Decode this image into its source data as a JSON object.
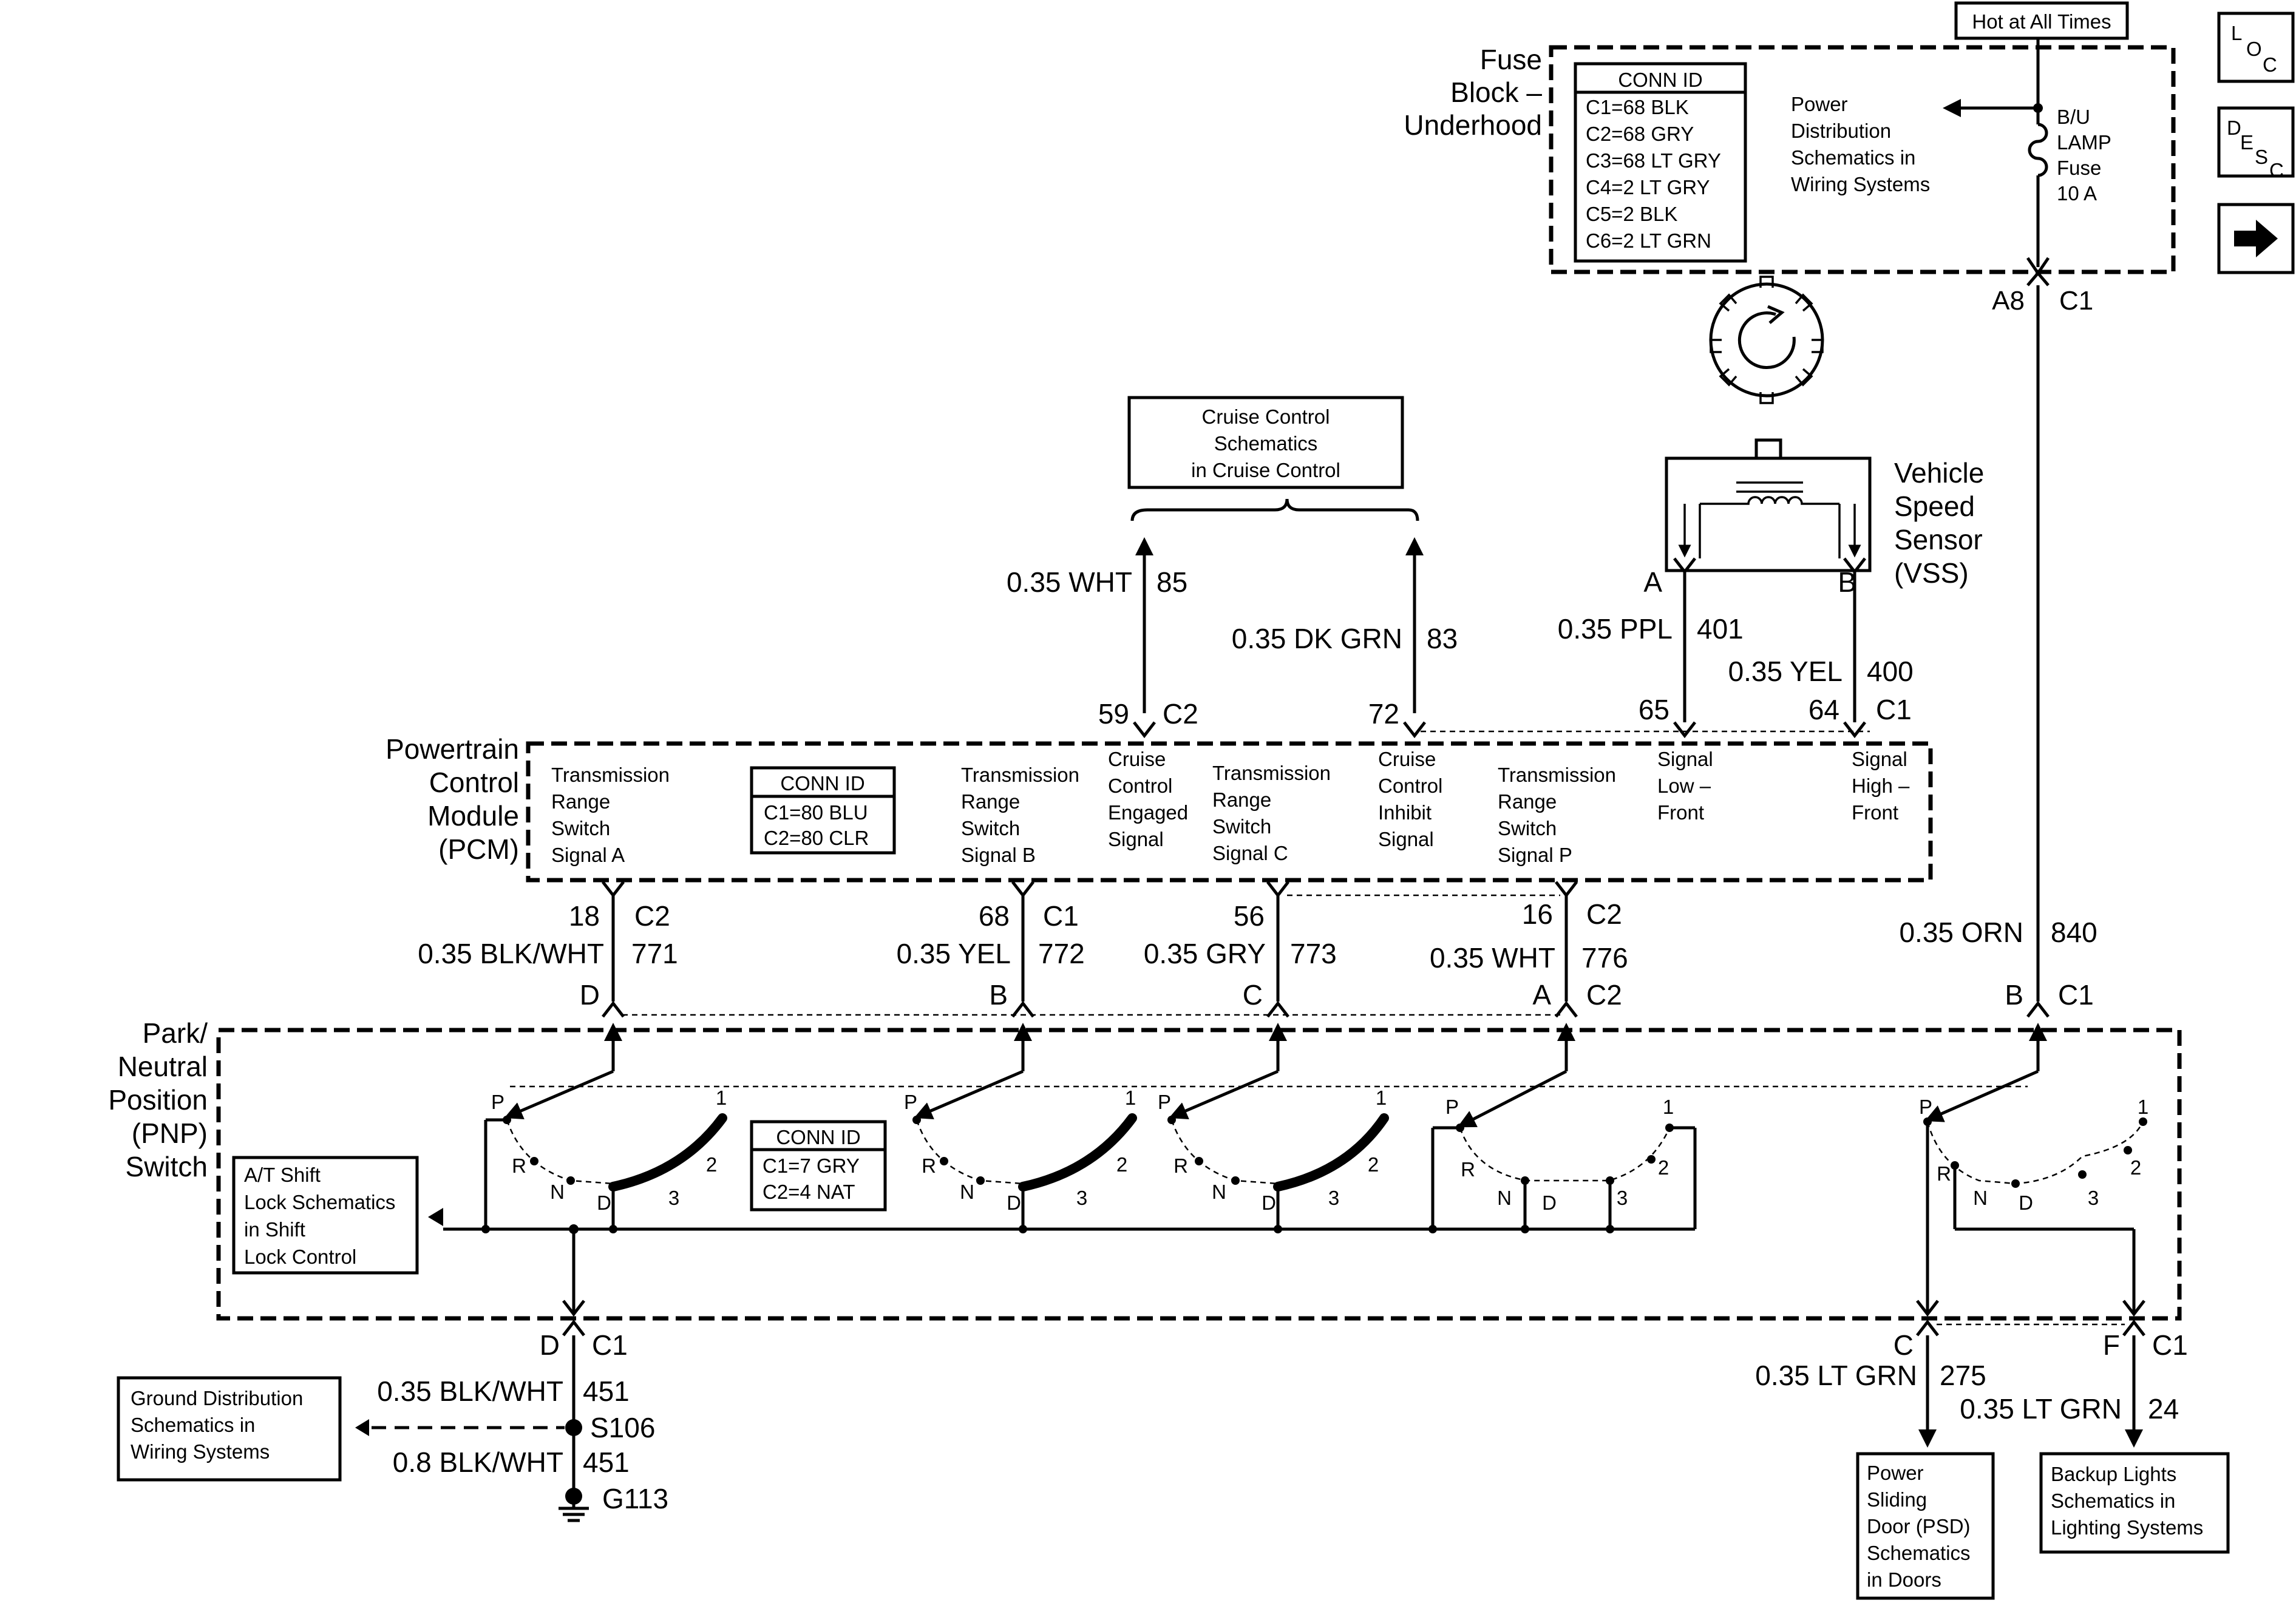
{
  "hot_label": "Hot at All Times",
  "fuse_block": {
    "title": [
      "Fuse",
      "Block –",
      "Underhood"
    ],
    "fuse": [
      "B/U",
      "LAMP",
      "Fuse",
      "10 A"
    ],
    "power_ref": [
      "Power",
      "Distribution",
      "Schematics in",
      "Wiring Systems"
    ],
    "conn_pin": "A8",
    "conn_id": "C1"
  },
  "conn_fuse": {
    "title": "CONN ID",
    "lines": [
      "C1=68 BLK",
      "C2=68 GRY",
      "C3=68 LT GRY",
      "C4=2 LT GRY",
      "C5=2 BLK",
      "C6=2 LT GRN"
    ]
  },
  "nav": {
    "loc": [
      "L",
      "O",
      "C"
    ],
    "desc": [
      "D",
      "E",
      "S",
      "C"
    ],
    "next": "→"
  },
  "cruise_ref": [
    "Cruise Control",
    "Schematics",
    "in Cruise Control"
  ],
  "vss": {
    "title": [
      "Vehicle",
      "Speed",
      "Sensor",
      "(VSS)"
    ],
    "pin_a": "A",
    "pin_b": "B"
  },
  "upper_wires": [
    {
      "color": "0.35 WHT",
      "circuit": "85",
      "pin": "59",
      "conn": "C2"
    },
    {
      "color": "0.35 DK GRN",
      "circuit": "83",
      "pin": "72"
    },
    {
      "color": "0.35 PPL",
      "circuit": "401",
      "pin": "65"
    },
    {
      "color": "0.35 YEL",
      "circuit": "400",
      "pin": "64",
      "conn": "C1"
    }
  ],
  "pcm": {
    "title": [
      "Powertrain",
      "Control",
      "Module",
      "(PCM)"
    ],
    "conn": {
      "title": "CONN ID",
      "lines": [
        "C1=80 BLU",
        "C2=80 CLR"
      ]
    },
    "signals": [
      [
        "Transmission",
        "Range",
        "Switch",
        "Signal A"
      ],
      [
        "Transmission",
        "Range",
        "Switch",
        "Signal B"
      ],
      [
        "Cruise",
        "Control",
        "Engaged",
        "Signal"
      ],
      [
        "Transmission",
        "Range",
        "Switch",
        "Signal C"
      ],
      [
        "Cruise",
        "Control",
        "Inhibit",
        "Signal"
      ],
      [
        "Transmission",
        "Range",
        "Switch",
        "Signal P"
      ],
      [
        "Signal",
        "Low –",
        "Front"
      ],
      [
        "Signal",
        "High –",
        "Front"
      ]
    ]
  },
  "mid_wires": [
    {
      "pin": "18",
      "conn": "C2",
      "color": "0.35 BLK/WHT",
      "circuit": "771",
      "pnp_pin": "D"
    },
    {
      "pin": "68",
      "conn": "C1",
      "color": "0.35 YEL",
      "circuit": "772",
      "pnp_pin": "B"
    },
    {
      "pin": "56",
      "color": "0.35 GRY",
      "circuit": "773",
      "pnp_pin": "C"
    },
    {
      "pin": "16",
      "conn": "C2",
      "color": "0.35 WHT",
      "circuit": "776",
      "pnp_pin": "A",
      "pnp_conn": "C2"
    },
    {
      "color": "0.35 ORN",
      "circuit": "840",
      "pnp_pin": "B",
      "pnp_conn": "C1"
    }
  ],
  "pnp": {
    "title": [
      "Park/",
      "Neutral",
      "Position",
      "(PNP)",
      "Switch"
    ],
    "conn": {
      "title": "CONN ID",
      "lines": [
        "C1=7 GRY",
        "C2=4 NAT"
      ]
    },
    "shift_ref": [
      "A/T Shift",
      "Lock Schematics",
      "in Shift",
      "Lock Control"
    ],
    "pos": {
      "p": "P",
      "r": "R",
      "n": "N",
      "d": "D",
      "three": "3",
      "two": "2",
      "one": "1"
    }
  },
  "ground": {
    "pin": "D",
    "conn": "C1",
    "wire1_color": "0.35 BLK/WHT",
    "wire1_circuit": "451",
    "splice": "S106",
    "wire2_color": "0.8 BLK/WHT",
    "wire2_circuit": "451",
    "ground": "G113",
    "ref": [
      "Ground Distribution",
      "Schematics in",
      "Wiring Systems"
    ]
  },
  "bottom_right": {
    "pin_c": "C",
    "pin_f": "F",
    "conn": "C1",
    "wire275_color": "0.35 LT GRN",
    "wire275_circuit": "275",
    "wire24_color": "0.35 LT GRN",
    "wire24_circuit": "24",
    "psd_ref": [
      "Power",
      "Sliding",
      "Door (PSD)",
      "Schematics",
      "in Doors"
    ],
    "backup_ref": [
      "Backup Lights",
      "Schematics in",
      "Lighting Systems"
    ]
  }
}
